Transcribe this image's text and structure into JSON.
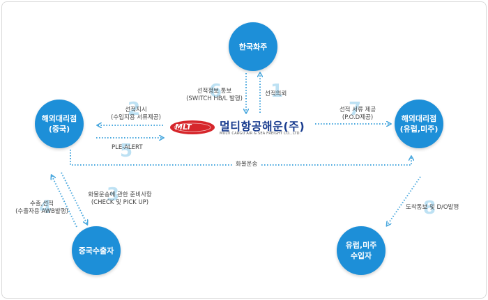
{
  "nodes": {
    "korea_shipper": "한국화주",
    "overseas_china_line1": "해외대리점",
    "overseas_china_line2": "(중국)",
    "overseas_eu_line1": "해외대리점",
    "overseas_eu_line2": "(유럽,미주)",
    "china_exporter": "중국수출자",
    "eu_importer_line1": "유럽,미주",
    "eu_importer_line2": "수입자"
  },
  "logo": {
    "badge": "MLT",
    "name": "멀티항공해운(주)",
    "subtitle": "MULTI CARGO AIR & SEA FREIGHT CO., LTD."
  },
  "flows": {
    "step1": {
      "number": "1",
      "label": "선적의뢰"
    },
    "step2": {
      "number": "2",
      "label_line1": "선적지시",
      "label_line2": "(수입지용 서류제공)"
    },
    "step3": {
      "number": "3",
      "label_line1": "화물운송에 관한 준비사항",
      "label_line2": "(CHECK 및 PICK UP)"
    },
    "step4": {
      "number": "4",
      "label_line1": "수출,선적",
      "label_line2": "(수출자용 AWB발행)"
    },
    "step5": {
      "number": "5",
      "label": "PLE-ALERT"
    },
    "step6": {
      "number": "6",
      "label_line1": "선적정보 통보",
      "label_line2": "(SWITCH HB/L 발행)"
    },
    "step7": {
      "number": "7",
      "label_line1": "선적 서류 제공",
      "label_line2": "(P.O.D제공)"
    },
    "step8": {
      "number": "8",
      "label": "도착통보 및 D/O발행"
    },
    "cargo": {
      "label": "화물운송"
    }
  },
  "colors": {
    "node": "#1d8fd8",
    "arrow": "#4aa8de",
    "step_number": "#a7d7f0",
    "logo_red": "#d6262b",
    "logo_blue": "#1a3d8f"
  }
}
